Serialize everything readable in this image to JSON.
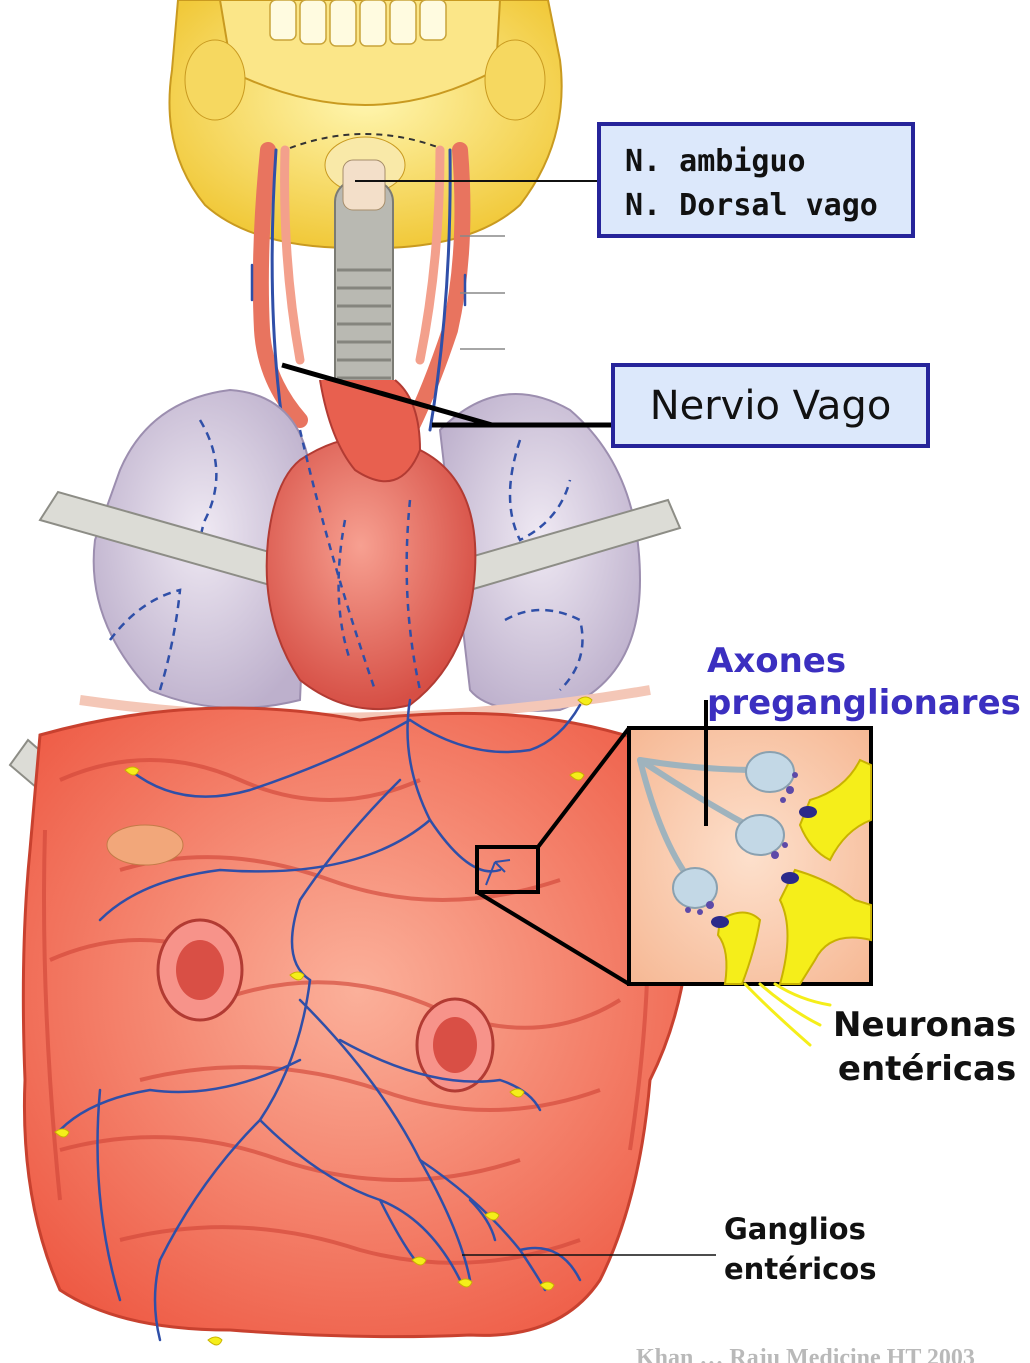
{
  "labels": {
    "nuclei_line1": "N. ambiguo",
    "nuclei_line2": "N. Dorsal vago",
    "vagus_nerve": "Nervio Vago",
    "axons_line1": "Axones",
    "axons_line2": "preganglionares",
    "enteric_neurons_line1": "Neuronas",
    "enteric_neurons_line2": "entéricas",
    "enteric_ganglia_line1": "Ganglios",
    "enteric_ganglia_line2": "entéricos",
    "footer_partial": "Khan … Raju Medicine HT 2003"
  },
  "colors": {
    "label_box_fill": "#dce8fb",
    "label_box_border": "#26249a",
    "axon_label": "#3b2fc0",
    "nerve_blue": "#2f4fa8",
    "intestine": "#f26d55",
    "heart": "#e9675a",
    "lung": "#d9cfe1",
    "skull": "#f4d45a",
    "neuron_yellow": "#f5ee1a"
  }
}
